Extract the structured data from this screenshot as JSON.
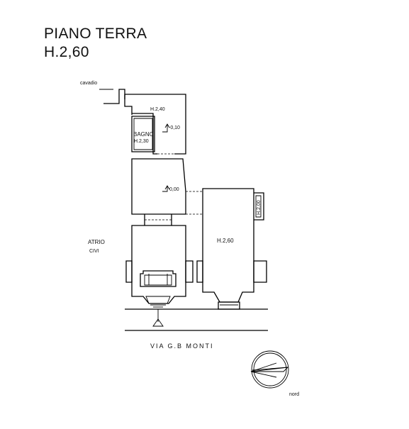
{
  "header": {
    "title": "PIANO TERRA",
    "height": "H.2,60"
  },
  "labels": {
    "cavedio": "cavadio",
    "room_top_height": "H.2,40",
    "level_top": "-0,10",
    "bagno": "BAGNO",
    "bagno_height": "H.2,30",
    "level_mid": "0,00",
    "right_niche_height": "H.2,00",
    "right_room_height": "H.2,60",
    "atrio": "ATRIO",
    "atrio_sub": "CIVI",
    "street": "VIA G.B MONTI",
    "north": "nord"
  },
  "colors": {
    "line": "#000000",
    "background": "#ffffff"
  }
}
